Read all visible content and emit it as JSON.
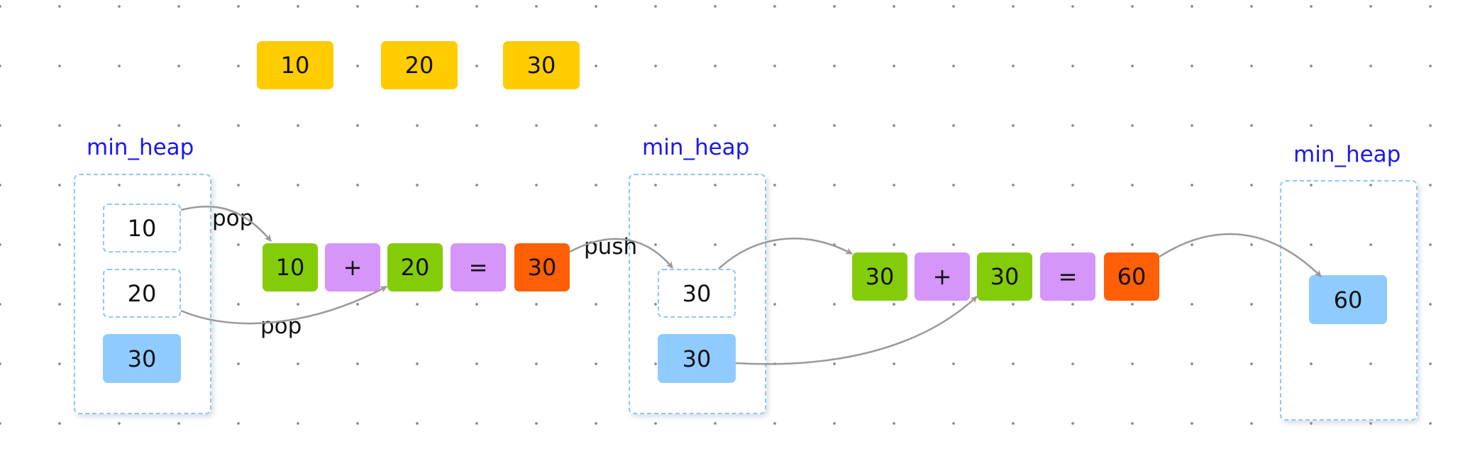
{
  "input_values": [
    "10",
    "20",
    "30"
  ],
  "heap_1": {
    "label": "min_heap",
    "items": [
      "10",
      "20",
      "30"
    ]
  },
  "heap_2": {
    "label": "min_heap",
    "items": [
      "30",
      "30"
    ]
  },
  "heap_3": {
    "label": "min_heap",
    "items": [
      "60"
    ]
  },
  "step_1": {
    "a": "10",
    "plus": "+",
    "b": "20",
    "eq": "=",
    "result": "30"
  },
  "step_2": {
    "a": "30",
    "plus": "+",
    "b": "30",
    "eq": "=",
    "result": "60"
  },
  "edge_labels": {
    "pop_top": "pop",
    "pop_bottom": "pop",
    "push": "push"
  },
  "colors": {
    "input": "#ffcc00",
    "operand": "#84cc0a",
    "operator": "#d595f9",
    "result": "#ff5f05",
    "heap_item": "#8fcbff",
    "heap_border": "#8ec8f6",
    "heap_label": "#1a18f0",
    "arrow": "#999999"
  }
}
